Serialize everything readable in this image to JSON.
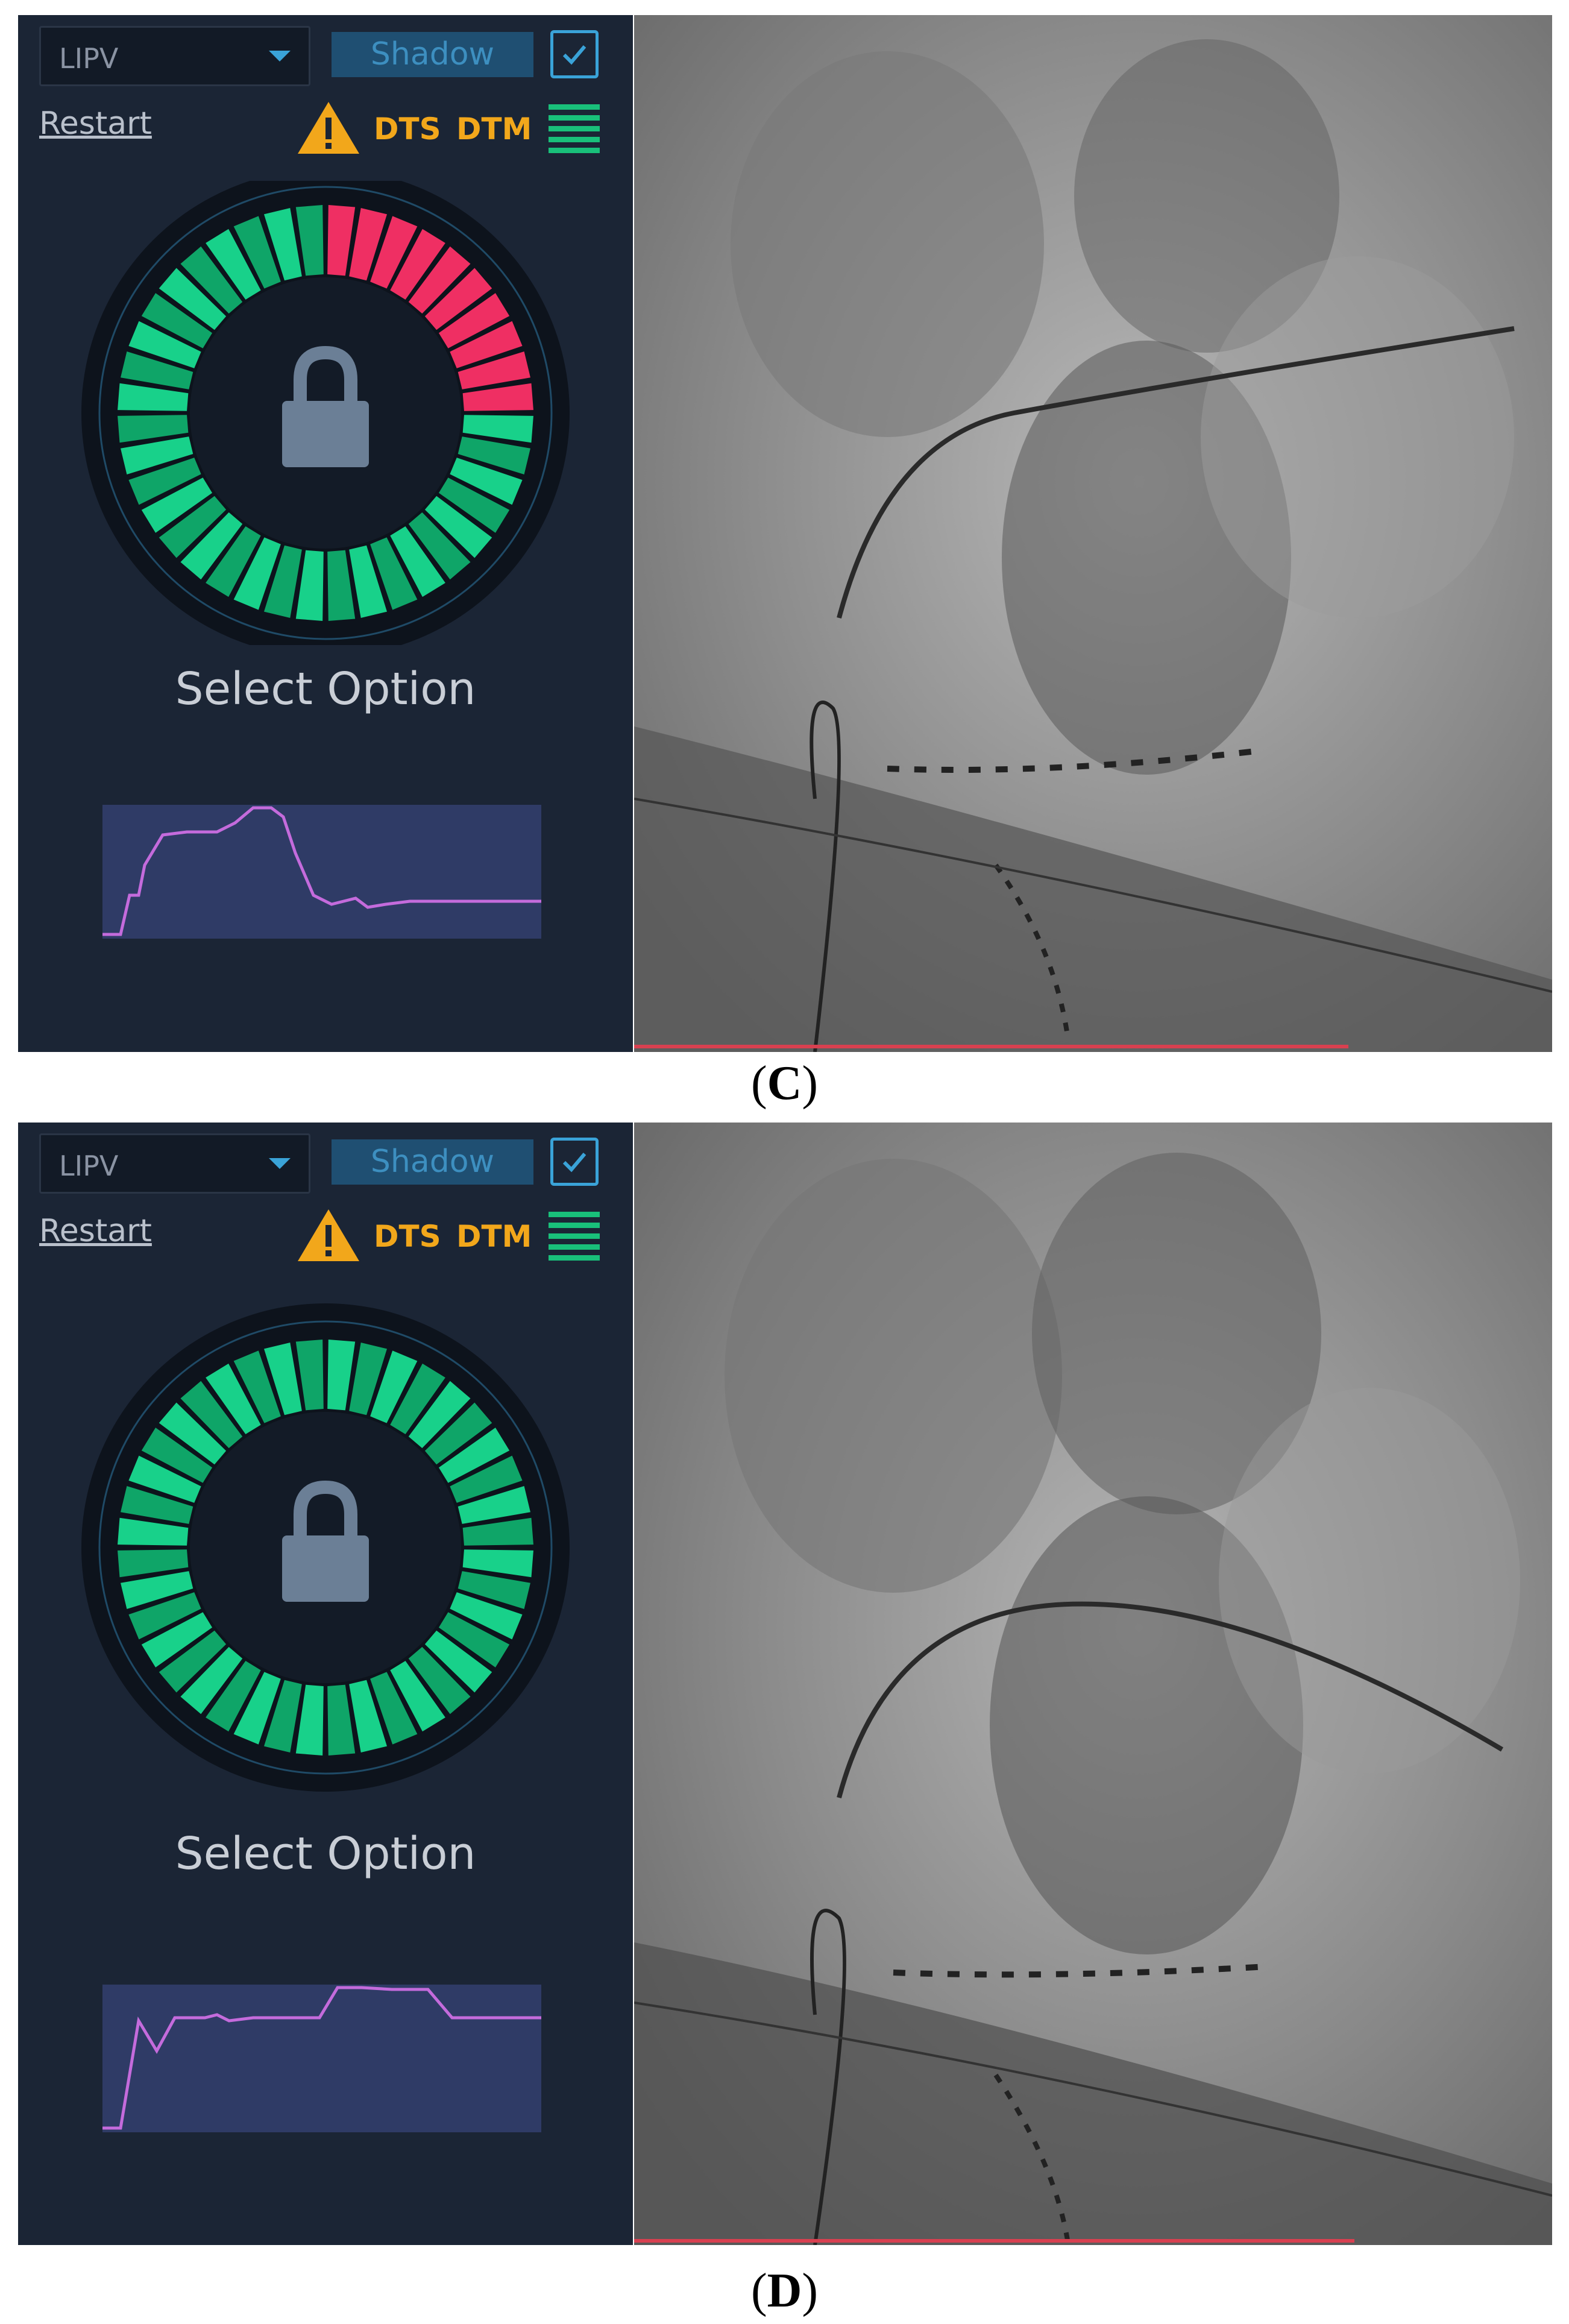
{
  "panels": [
    {
      "caption_letter": "C",
      "dropdown_value": "LIPV",
      "shadow_label": "Shadow",
      "restart_label": "Restart",
      "dts_label": "DTS",
      "dtm_label": "DTM",
      "status_text": "Select Option",
      "dial": {
        "segments_total": 40,
        "red_segments": 10,
        "green_color": "#18d18a",
        "red_color": "#ef2f63"
      }
    },
    {
      "caption_letter": "D",
      "dropdown_value": "LIPV",
      "shadow_label": "Shadow",
      "restart_label": "Restart",
      "dts_label": "DTS",
      "dtm_label": "DTM",
      "status_text": "Select Option",
      "dial": {
        "segments_total": 40,
        "red_segments": 0,
        "green_color": "#18d18a",
        "red_color": "#ef2f63"
      }
    }
  ],
  "colors": {
    "sidebar_bg": "#1b2535",
    "warning": "#f2a71b",
    "accent": "#3aa3d8",
    "trace": "#c46bdc"
  },
  "icons": [
    "chevron-down-icon",
    "checkbox-checked-icon",
    "warning-icon",
    "signal-bars-icon",
    "lock-icon"
  ]
}
